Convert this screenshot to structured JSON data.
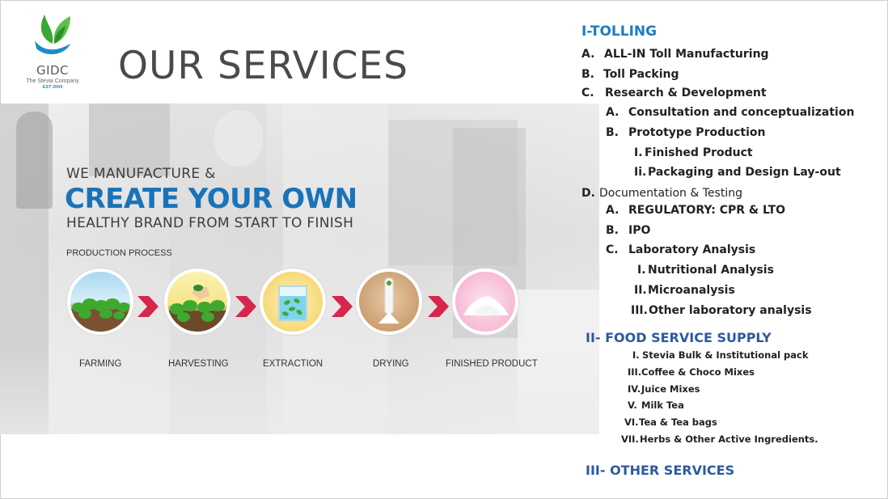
{
  "logo": {
    "name": "GIDC",
    "tagline": "The Stevia Company",
    "established": "EST 2004"
  },
  "title": "OUR SERVICES",
  "banner": {
    "line1": "WE MANUFACTURE &",
    "line2": "CREATE YOUR OWN",
    "line3": "HEALTHY BRAND FROM START TO FINISH",
    "process_label": "PRODUCTION PROCESS",
    "steps": [
      {
        "label": "FARMING",
        "icon": "farm-plant-icon"
      },
      {
        "label": "HARVESTING",
        "icon": "hand-leaves-icon"
      },
      {
        "label": "EXTRACTION",
        "icon": "water-glass-leaves-icon"
      },
      {
        "label": "DRYING",
        "icon": "drying-tube-icon"
      },
      {
        "label": "FINISHED PRODUCT",
        "icon": "powder-pile-icon"
      }
    ]
  },
  "colors": {
    "accent": "#1a73b8",
    "heading_blue": "#2c5aa0",
    "green": "#3aa835",
    "arrow": "#d7264d"
  },
  "tolling": {
    "heading": "I-TOLLING",
    "items": [
      {
        "marker": "A.",
        "text": "ALL-IN Toll Manufacturing"
      },
      {
        "marker": "B.",
        "text": "Toll Packing"
      },
      {
        "marker": "C.",
        "text": "Research & Development"
      },
      {
        "marker": "A.",
        "text": "Consultation and conceptualization"
      },
      {
        "marker": "B.",
        "text": "Prototype Production"
      },
      {
        "marker": "I.",
        "text": "Finished Product"
      },
      {
        "marker": "Ii.",
        "text": "Packaging and Design Lay-out"
      },
      {
        "marker": "D.",
        "text": "Documentation & Testing"
      },
      {
        "marker": "A.",
        "text": "REGULATORY: CPR & LTO"
      },
      {
        "marker": "B.",
        "text": "IPO"
      },
      {
        "marker": "C.",
        "text": "Laboratory Analysis"
      },
      {
        "marker": "I.",
        "text": "Nutritional Analysis"
      },
      {
        "marker": "II.",
        "text": "Microanalysis"
      },
      {
        "marker": "III.",
        "text": "Other laboratory analysis"
      }
    ]
  },
  "food_service": {
    "heading": "II- FOOD SERVICE SUPPLY",
    "items": [
      {
        "marker": "I.",
        "text": "Stevia Bulk & Institutional pack"
      },
      {
        "marker": "III.",
        "text": "Coffee & Choco Mixes"
      },
      {
        "marker": "IV.",
        "text": "Juice Mixes"
      },
      {
        "marker": "V.",
        "text": "Milk Tea"
      },
      {
        "marker": "VI.",
        "text": "Tea & Tea bags"
      },
      {
        "marker": "VII.",
        "text": "Herbs & Other Active Ingredients."
      }
    ]
  },
  "other": {
    "heading": "III- OTHER SERVICES"
  }
}
